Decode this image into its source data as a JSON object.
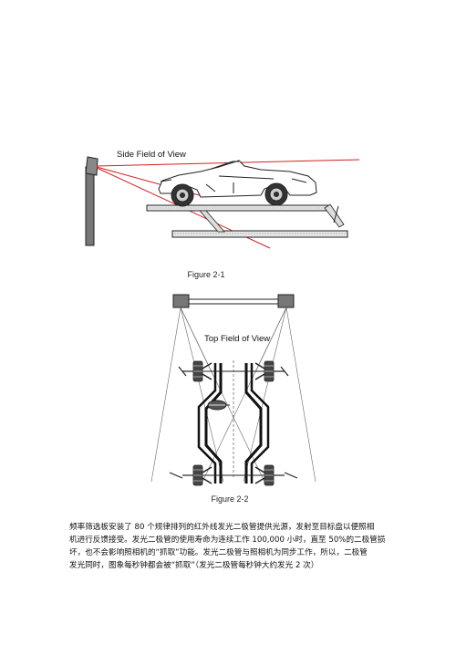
{
  "figure1": {
    "inner_label": "Side Field of View",
    "caption": "Figure 2-1"
  },
  "figure2": {
    "inner_label": "Top Field of View",
    "caption": "Figure 2-2"
  },
  "paragraph": {
    "lines": [
      "频率筛选板安装了 80 个规律排列的红外线发光二极管提供光源，发射至目标盘以便照相",
      "机进行反馈接受。发光二极管的使用寿命为连续工作 100,000 小时，直至 50%的二极管损",
      "坏，也不会影响照相机的“抓取”功能。发光二极管与照相机为同步工作，所以，二极管",
      "发光同时，图象每秒钟都会被“抓取”（发光二极管每秒钟大约发光 2 次）"
    ]
  },
  "colors": {
    "beam": "#d42020",
    "line": "#222222"
  }
}
